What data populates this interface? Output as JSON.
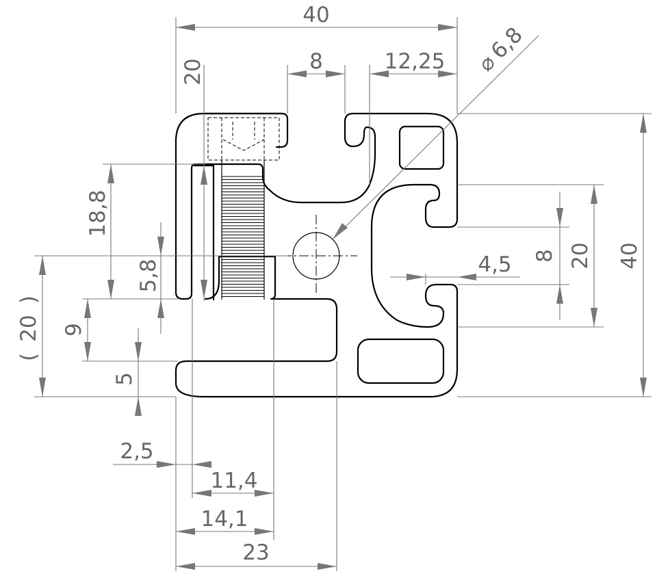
{
  "dimensions": {
    "overall_width": "40",
    "slot_opening": "8",
    "offset_top_right": "12,25",
    "bore_diameter": "6,8",
    "left_height_20": "20",
    "height_18_8": "18,8",
    "height_5_8": "5,8",
    "ref_20": "20",
    "height_9": "9",
    "height_5": "5",
    "slot_width_8": "8",
    "center_20": "20",
    "overall_height": "40",
    "depth_4_5": "4,5",
    "width_2_5": "2,5",
    "width_11_4": "11,4",
    "width_14_1": "14,1",
    "width_23": "23"
  },
  "symbols": {
    "diameter": "⌀",
    "paren_open": "(",
    "paren_close": ")"
  }
}
